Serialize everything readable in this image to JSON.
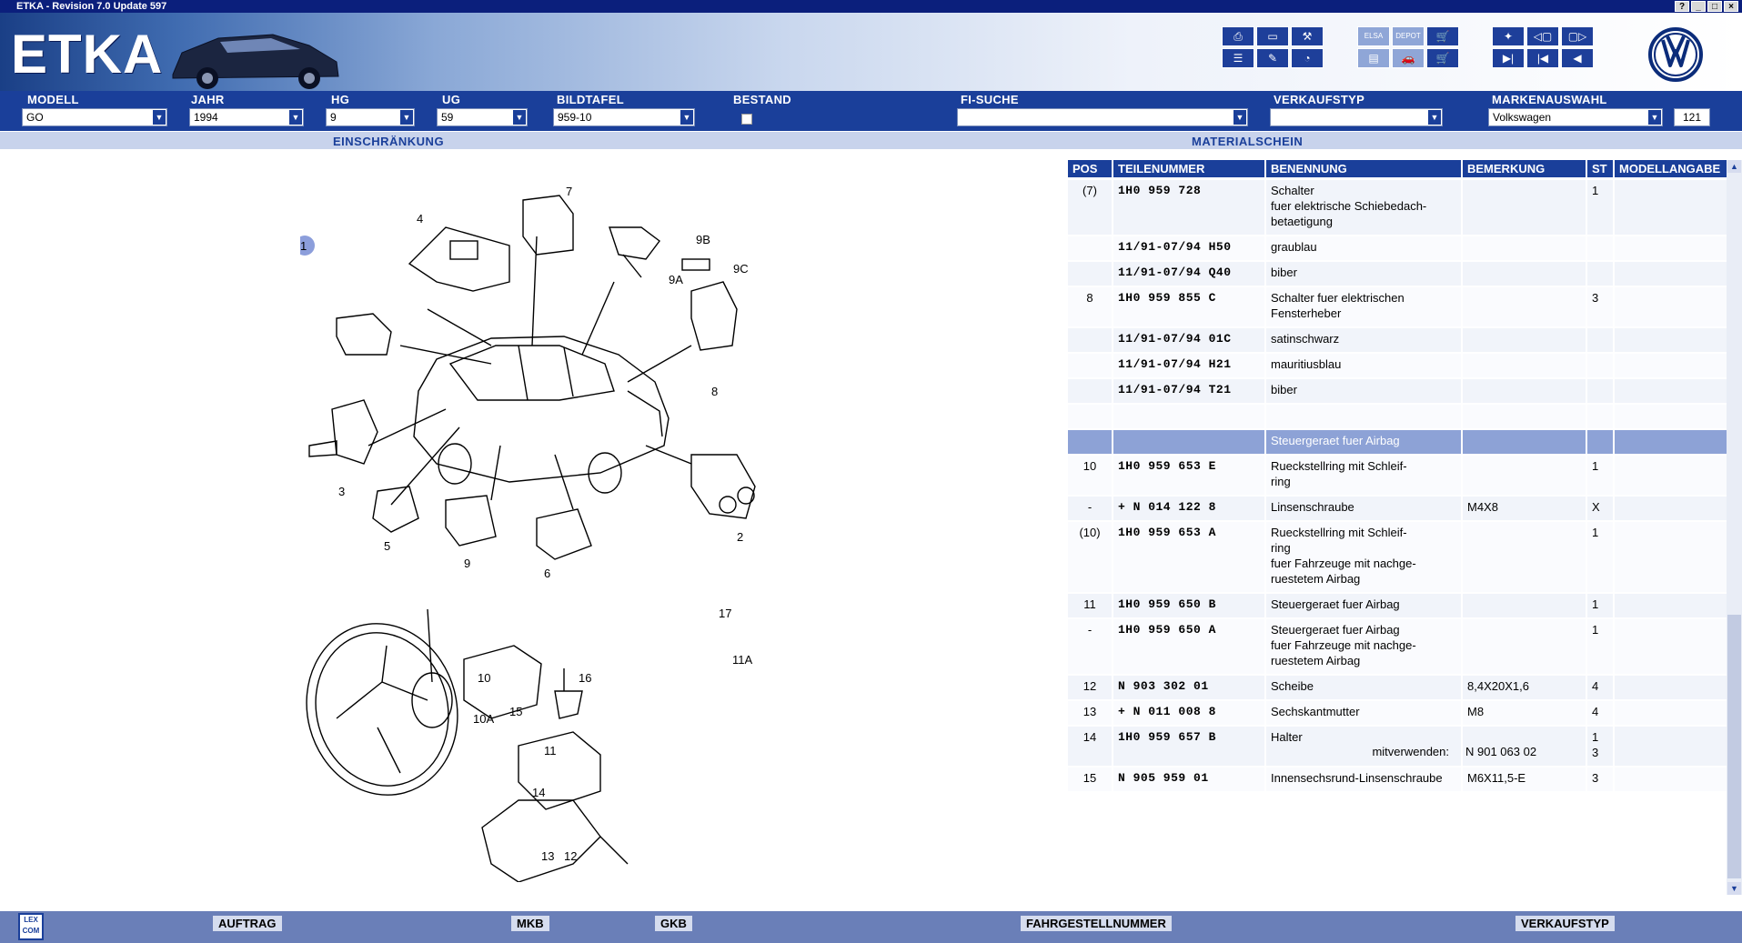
{
  "window": {
    "title": "ETKA - Revision 7.0 Update 597",
    "buttons": [
      "?",
      "_",
      "□",
      "×"
    ]
  },
  "app": {
    "logo_text": "ETKA"
  },
  "toolbar": {
    "icons": [
      "printer-icon",
      "monitor-icon",
      "tools-icon",
      "list-icon",
      "pencil-icon",
      "gauge-icon",
      "elsa-icon",
      "depot-icon",
      "cart-icon",
      "elsa-doc-icon",
      "car-icon",
      "cart-list-icon",
      "pin-icon",
      "prev-page-icon",
      "next-page-icon",
      "last-icon",
      "first-icon",
      "back-icon"
    ],
    "labels": {
      "elsa": "ELSA",
      "depot": "DEPOT"
    }
  },
  "filters": {
    "modell": {
      "label": "MODELL",
      "value": "GO"
    },
    "jahr": {
      "label": "JAHR",
      "value": "1994"
    },
    "hg": {
      "label": "HG",
      "value": "9"
    },
    "ug": {
      "label": "UG",
      "value": "59"
    },
    "bildtafel": {
      "label": "BILDTAFEL",
      "value": "959-10"
    },
    "bestand": {
      "label": "BESTAND"
    },
    "fi_suche": {
      "label": "FI-SUCHE",
      "value": ""
    },
    "verkaufstyp": {
      "label": "VERKAUFSTYP",
      "value": ""
    },
    "markenauswahl": {
      "label": "MARKENAUSWAHL",
      "value": "Volkswagen",
      "count": "121"
    }
  },
  "sections": {
    "left": "EINSCHRÄNKUNG",
    "right": "MATERIALSCHEIN"
  },
  "table": {
    "headers": {
      "pos": "POS",
      "part": "TEILENUMMER",
      "name": "BENENNUNG",
      "remark": "BEMERKUNG",
      "st": "ST",
      "model": "MODELLANGABE"
    },
    "rows": [
      {
        "pos": "(7)",
        "part": "1H0  959  728",
        "name": "Schalter\nfuer elektrische Schiebedach-\nbetaetigung",
        "remark": "",
        "st": "1",
        "model": ""
      },
      {
        "pos": "",
        "part": "11/91-07/94 H50",
        "name": "graublau",
        "remark": "",
        "st": "",
        "model": ""
      },
      {
        "pos": "",
        "part": "11/91-07/94 Q40",
        "name": "biber",
        "remark": "",
        "st": "",
        "model": ""
      },
      {
        "pos": "8",
        "part": "1H0  959  855  C",
        "name": "Schalter fuer elektrischen\nFensterheber",
        "remark": "",
        "st": "3",
        "model": ""
      },
      {
        "pos": "",
        "part": "11/91-07/94 01C",
        "name": "satinschwarz",
        "remark": "",
        "st": "",
        "model": ""
      },
      {
        "pos": "",
        "part": "11/91-07/94 H21",
        "name": "mauritiusblau",
        "remark": "",
        "st": "",
        "model": ""
      },
      {
        "pos": "",
        "part": "11/91-07/94 T21",
        "name": "biber",
        "remark": "",
        "st": "",
        "model": ""
      },
      {
        "pos": "",
        "part": "",
        "name": "",
        "remark": "",
        "st": "",
        "model": ""
      },
      {
        "group": true,
        "pos": "",
        "part": "",
        "name": "Steuergeraet fuer Airbag",
        "remark": "",
        "st": "",
        "model": ""
      },
      {
        "pos": "10",
        "part": "1H0  959  653  E",
        "name": "Rueckstellring mit Schleif-\nring",
        "remark": "",
        "st": "1",
        "model": ""
      },
      {
        "pos": "-",
        "part": "+ N    014  122  8",
        "name": "Linsenschraube",
        "remark": "M4X8",
        "st": "X",
        "model": ""
      },
      {
        "pos": "(10)",
        "part": "1H0  959  653  A",
        "name": "Rueckstellring mit Schleif-\nring\nfuer Fahrzeuge mit nachge-\nruestetem Airbag",
        "remark": "",
        "st": "1",
        "model": ""
      },
      {
        "pos": "11",
        "part": "1H0  959  650  B",
        "name": "Steuergeraet fuer Airbag",
        "remark": "",
        "st": "1",
        "model": ""
      },
      {
        "pos": "-",
        "part": "1H0  959  650  A",
        "name": "Steuergeraet fuer Airbag\nfuer Fahrzeuge mit nachge-\nruestetem Airbag",
        "remark": "",
        "st": "1",
        "model": ""
      },
      {
        "pos": "12",
        "part": "N    903  302  01",
        "name": "Scheibe",
        "remark": "8,4X20X1,6",
        "st": "4",
        "model": ""
      },
      {
        "pos": "13",
        "part": "+ N    011  008  8",
        "name": "Sechskantmutter",
        "remark": "M8",
        "st": "4",
        "model": ""
      },
      {
        "pos": "14",
        "part": "1H0  959  657  B",
        "name": "Halter",
        "remark": "",
        "st": "1\n3",
        "model": "",
        "extra": {
          "label": "mitverwenden:",
          "value": "N   901 063 02"
        }
      },
      {
        "pos": "15",
        "part": "N    905  959  01",
        "name": "Innensechsrund-Linsenschraube",
        "remark": "M6X11,5-E",
        "st": "3",
        "model": ""
      }
    ]
  },
  "diagram": {
    "labels": [
      "1",
      "2",
      "3",
      "4",
      "5",
      "6",
      "7",
      "8",
      "9",
      "9A",
      "9B",
      "9C",
      "10",
      "10A",
      "11",
      "11A",
      "12",
      "13",
      "14",
      "15",
      "16",
      "17"
    ]
  },
  "bottom": {
    "logo": "LEX\nCOM",
    "buttons": [
      "AUFTRAG",
      "MKB",
      "GKB",
      "FAHRGESTELLNUMMER",
      "VERKAUFSTYP"
    ]
  }
}
